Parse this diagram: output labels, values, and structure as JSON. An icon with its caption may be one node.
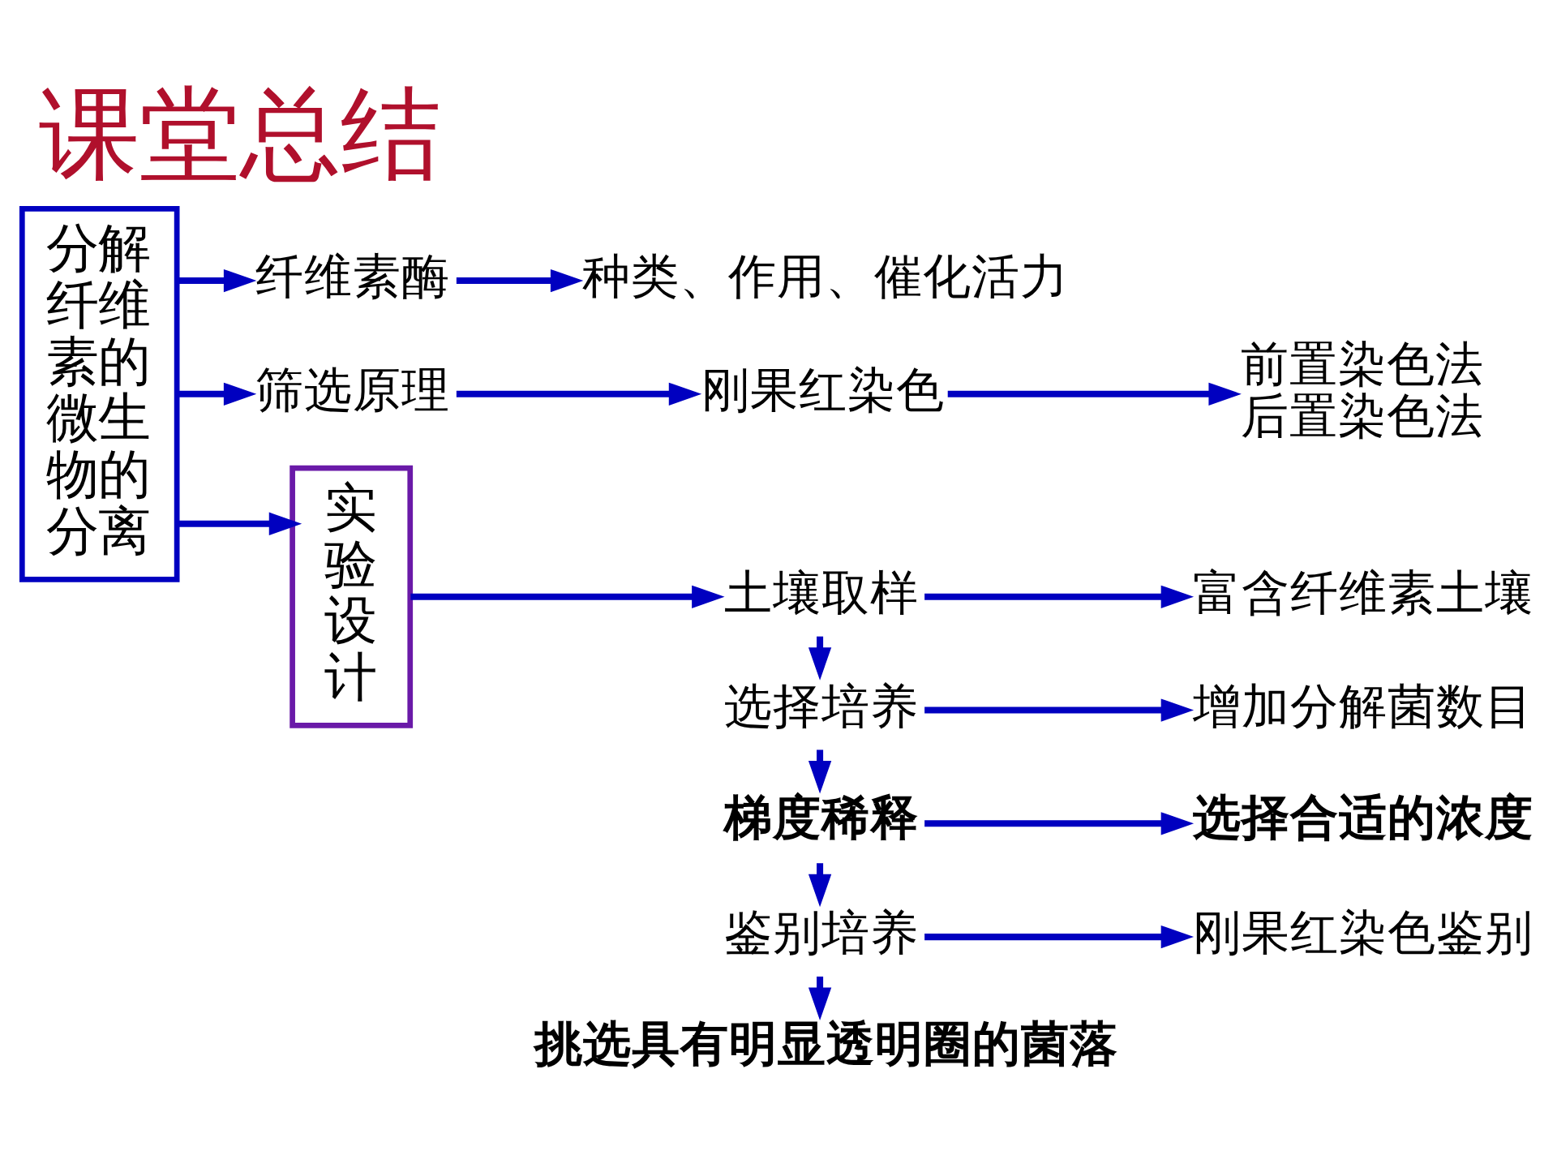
{
  "diagram": {
    "title": "课堂总结",
    "nodes": [
      {
        "text": [
          "分解纤维素的微生物的分离"
        ]
      },
      {
        "text": [
          "纤维素酶"
        ]
      },
      {
        "text": [
          "种类、作用、催化活力"
        ]
      },
      {
        "text": [
          "筛选原理"
        ]
      },
      {
        "text": [
          "刚果红染色"
        ]
      },
      {
        "text": [
          "前置染色法",
          "后置染色法"
        ]
      },
      {
        "text": [
          "实验设计"
        ]
      },
      {
        "text": [
          "土壤取样"
        ]
      },
      {
        "text": [
          "富含纤维素土壤"
        ]
      },
      {
        "text": [
          "选择培养"
        ]
      },
      {
        "text": [
          "增加分解菌数目"
        ]
      },
      {
        "text": [
          "梯度稀释"
        ]
      },
      {
        "text": [
          "选择合适的浓度"
        ]
      },
      {
        "text": [
          "鉴别培养"
        ]
      },
      {
        "text": [
          "刚果红染色鉴别"
        ]
      },
      {
        "text": [
          "挑选具有明显透明圈的菌落"
        ]
      }
    ],
    "edges": [
      {
        "from": 0,
        "to": 1,
        "arrow": "to"
      },
      {
        "from": 1,
        "to": 2,
        "arrow": "to"
      },
      {
        "from": 0,
        "to": 3,
        "arrow": "to"
      },
      {
        "from": 3,
        "to": 4,
        "arrow": "to"
      },
      {
        "from": 4,
        "to": 5,
        "arrow": "to"
      },
      {
        "from": 0,
        "to": 6,
        "arrow": "to"
      },
      {
        "from": 6,
        "to": 7,
        "arrow": "to"
      },
      {
        "from": 7,
        "to": 8,
        "arrow": "to"
      },
      {
        "from": 7,
        "to": 9,
        "arrow": "to"
      },
      {
        "from": 9,
        "to": 10,
        "arrow": "to"
      },
      {
        "from": 9,
        "to": 11,
        "arrow": "to"
      },
      {
        "from": 11,
        "to": 12,
        "arrow": "to"
      },
      {
        "from": 11,
        "to": 13,
        "arrow": "to"
      },
      {
        "from": 13,
        "to": 14,
        "arrow": "to"
      },
      {
        "from": 13,
        "to": 15,
        "arrow": "to"
      }
    ]
  }
}
